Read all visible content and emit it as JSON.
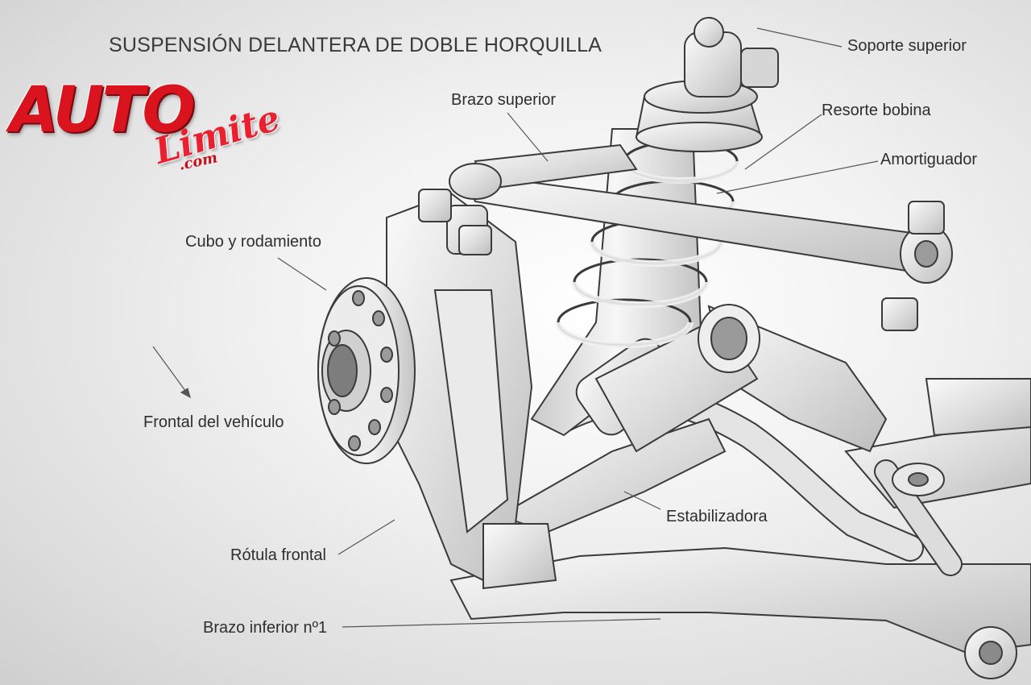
{
  "title": "SUSPENSIÓN DELANTERA DE DOBLE HORQUILLA",
  "logo": {
    "main": "AUTO",
    "script": "Limite",
    "domain": ".com"
  },
  "labels": {
    "soporte_superior": "Soporte superior",
    "brazo_superior": "Brazo superior",
    "resorte_bobina": "Resorte bobina",
    "amortiguador": "Amortiguador",
    "cubo_rodamiento": "Cubo y rodamiento",
    "frontal_vehiculo": "Frontal del vehículo",
    "estabilizadora": "Estabilizadora",
    "rotula_frontal": "Rótula frontal",
    "brazo_inferior": "Brazo inferior nº1"
  },
  "colors": {
    "line": "#555555",
    "part_stroke": "#3a3a3a",
    "part_fill": "#e7e7e7",
    "logo_red": "#d9141e"
  }
}
